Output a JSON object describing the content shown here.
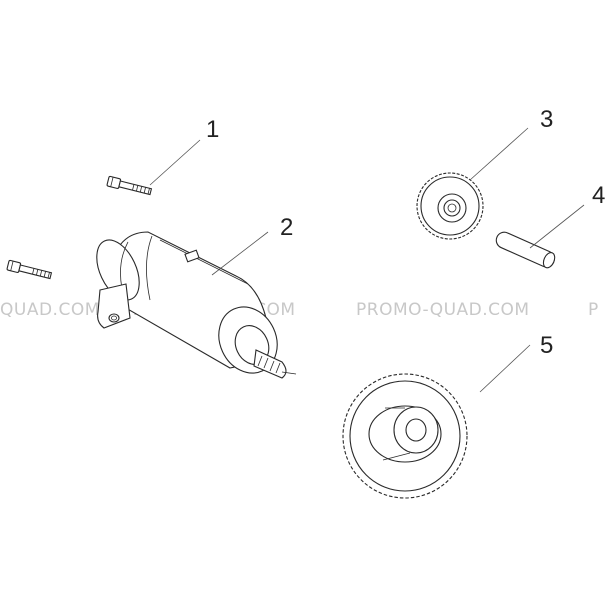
{
  "diagram": {
    "parts": [
      {
        "number": "1",
        "icon": "bolt-icon"
      },
      {
        "number": "2",
        "icon": "starter-motor-icon"
      },
      {
        "number": "3",
        "icon": "small-gear-icon"
      },
      {
        "number": "4",
        "icon": "pin-shaft-icon"
      },
      {
        "number": "5",
        "icon": "large-gear-icon"
      }
    ],
    "watermark": {
      "left": "QUAD.COM",
      "center": "PROMO-QUAD.COM",
      "right": "PROMO-QUAD.COM",
      "edge": "P"
    }
  }
}
